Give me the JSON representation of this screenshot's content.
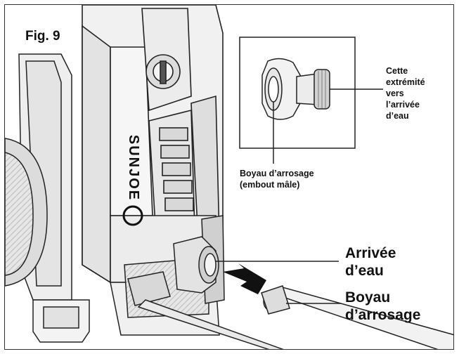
{
  "figure": {
    "label": "Fig. 9",
    "brand": "SUNJOE"
  },
  "inset": {
    "end_label": [
      "Cette",
      "extrémité",
      "vers",
      "l’arrivée",
      "d’eau"
    ],
    "male_end_label": [
      "Boyau d’arrosage",
      "(embout mâle)"
    ]
  },
  "labels": {
    "water_inlet": [
      "Arrivée",
      "d’eau"
    ],
    "garden_hose": [
      "Boyau",
      "d’arrosage"
    ]
  },
  "colors": {
    "line": "#222222",
    "machine_fill": "#f1f1f1",
    "machine_shade": "#d9d9d9",
    "machine_dark": "#bdbdbd"
  }
}
